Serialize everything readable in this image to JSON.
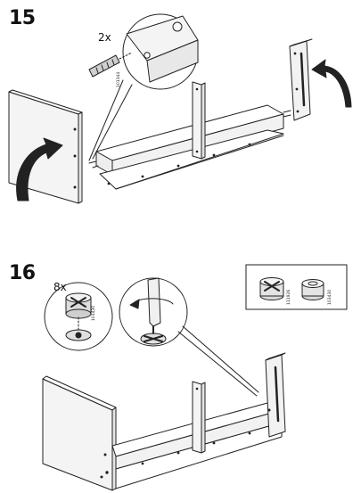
{
  "steps": [
    {
      "number": "15",
      "quantity": "2x",
      "part_number": "101344"
    },
    {
      "number": "16",
      "quantity": "8x",
      "part_number": "103430",
      "reference_parts": [
        "111926",
        "103430"
      ]
    }
  ]
}
